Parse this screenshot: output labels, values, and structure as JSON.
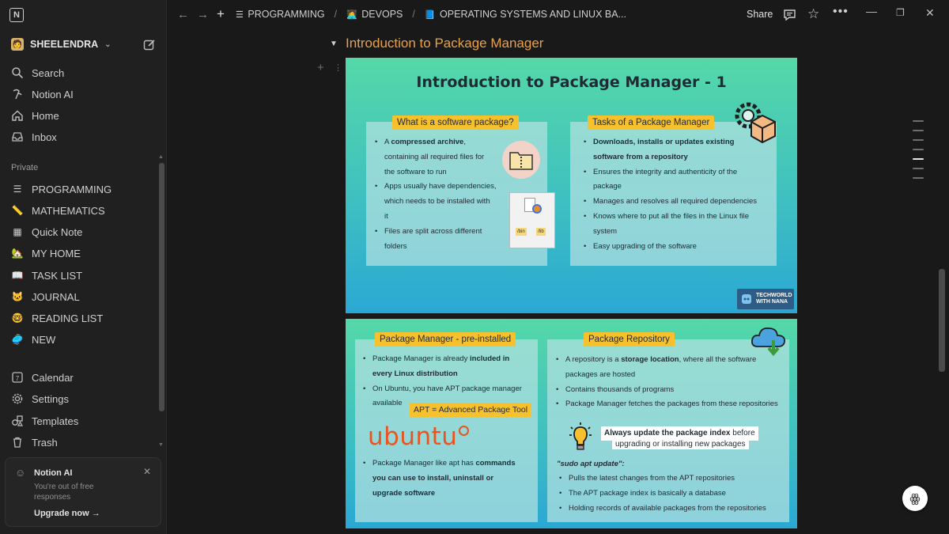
{
  "window": {
    "logo_letter": "N"
  },
  "sidebar": {
    "workspace_name": "SHEELENDRA",
    "top_items": [
      {
        "label": "Search",
        "icon": "search-icon"
      },
      {
        "label": "Notion AI",
        "icon": "notion-ai-icon"
      },
      {
        "label": "Home",
        "icon": "home-icon"
      },
      {
        "label": "Inbox",
        "icon": "inbox-icon"
      }
    ],
    "section_label": "Private",
    "pages": [
      {
        "label": "PROGRAMMING",
        "emoji": "☰"
      },
      {
        "label": "MATHEMATICS",
        "emoji": "📏"
      },
      {
        "label": "Quick Note",
        "emoji": "▦"
      },
      {
        "label": "MY HOME",
        "emoji": "🏡"
      },
      {
        "label": "TASK LIST",
        "emoji": "📖"
      },
      {
        "label": "JOURNAL",
        "emoji": "🐱"
      },
      {
        "label": "READING LIST",
        "emoji": "🤓"
      },
      {
        "label": "NEW",
        "emoji": "🥏"
      }
    ],
    "bottom_items": [
      {
        "label": "Calendar",
        "icon": "calendar-icon"
      },
      {
        "label": "Settings",
        "icon": "gear-icon"
      },
      {
        "label": "Templates",
        "icon": "templates-icon"
      },
      {
        "label": "Trash",
        "icon": "trash-icon"
      }
    ],
    "ai_card": {
      "title": "Notion AI",
      "text": "You're out of free responses",
      "upgrade": "Upgrade now"
    }
  },
  "topbar": {
    "breadcrumb": [
      {
        "label": "PROGRAMMING",
        "emoji": "☰"
      },
      {
        "label": "DEVOPS",
        "emoji": "👩‍💻"
      },
      {
        "label": "OPERATING SYSTEMS AND LINUX BA...",
        "emoji": "📘"
      }
    ],
    "share_label": "Share"
  },
  "content": {
    "toggle_title": "Introduction to Package Manager",
    "slide1": {
      "title": "Introduction to Package Manager - 1",
      "left_tag": "What is a software package?",
      "left_bullets": [
        {
          "pre": "A ",
          "bold": "compressed archive",
          "post": ","
        },
        {
          "pre": "containing all required files for",
          "bold": "",
          "post": ""
        },
        {
          "pre": "the software to run",
          "bold": "",
          "post": ""
        },
        {
          "pre": "Apps usually have dependencies,",
          "bold": "",
          "post": ""
        },
        {
          "pre": "which needs to be installed with",
          "bold": "",
          "post": ""
        },
        {
          "pre": "it",
          "bold": "",
          "post": ""
        },
        {
          "pre": "Files are split across different",
          "bold": "",
          "post": ""
        },
        {
          "pre": "folders",
          "bold": "",
          "post": ""
        }
      ],
      "file_labels": [
        "/bin",
        "/lib"
      ],
      "right_tag": "Tasks of a Package Manager",
      "right_bullets": [
        "Downloads, installs or updates existing",
        "software from a repository",
        "Ensures the integrity and authenticity of the",
        "package",
        "Manages and resolves all required dependencies",
        "Knows where to put all the files in the Linux file",
        "system",
        "Easy upgrading of the software"
      ],
      "badge": [
        "TECHWORLD",
        "WITH NANA"
      ]
    },
    "slide2": {
      "left_tag": "Package Manager - pre-installed",
      "left_lines": [
        {
          "pre": "Package Manager is already ",
          "bold": "included in"
        },
        {
          "pre": "",
          "bold": "every Linux distribution"
        },
        {
          "pre": "On Ubuntu, you have APT package manager",
          "bold": ""
        },
        {
          "pre": "available",
          "bold": ""
        }
      ],
      "apt_note": "APT = Advanced Package Tool",
      "ubuntu_word": "ubuntu",
      "left_lines2": [
        {
          "pre": "Package Manager like apt has ",
          "bold": "commands"
        },
        {
          "pre": "",
          "bold": "you can use to install, uninstall or"
        },
        {
          "pre": "",
          "bold": "upgrade software"
        }
      ],
      "right_tag": "Package Repository",
      "right_lines": [
        {
          "pre": "A repository is a ",
          "bold": "storage location",
          "post": ", where all the software"
        },
        {
          "pre": "packages are hosted",
          "bold": "",
          "post": ""
        },
        {
          "pre": "Contains thousands of programs",
          "bold": "",
          "post": ""
        },
        {
          "pre": "Package Manager fetches the packages from these repositories",
          "bold": "",
          "post": ""
        }
      ],
      "callout_bold": "Always update the package index",
      "callout_rest": " before",
      "callout_line2": "upgrading or installing new packages",
      "sudo_label": "\"sudo apt update\":",
      "sudo_bullets": [
        "Pulls the latest changes from the APT repositories",
        "The APT package index is basically a database",
        "Holding records of available packages from the repositories"
      ]
    }
  }
}
